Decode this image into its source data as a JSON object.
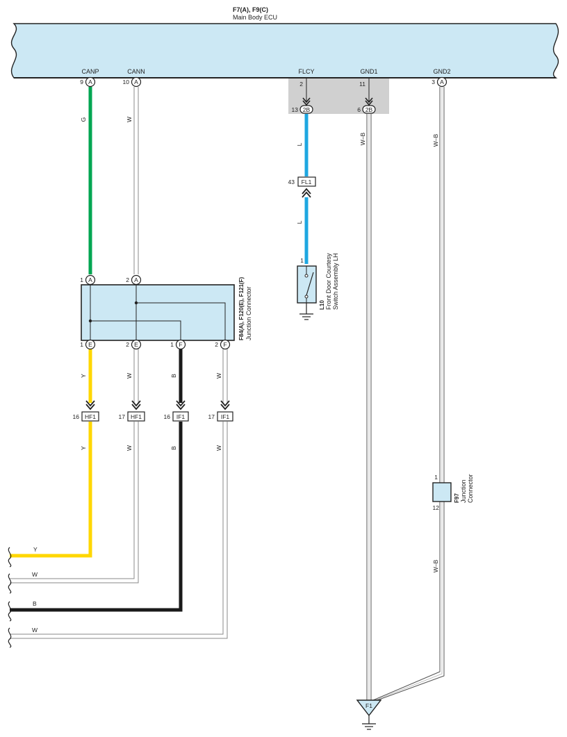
{
  "ecu": {
    "title": "F7(A), F9(C)",
    "subtitle": "Main Body ECU",
    "pins": [
      "CANP",
      "CANN",
      "FLCY",
      "GND1",
      "GND2"
    ],
    "fill_color": "#cce8f4"
  },
  "ecu_pins": {
    "canp": {
      "num": "9",
      "conn": "A"
    },
    "cann": {
      "num": "10",
      "conn": "A"
    },
    "flcy": {
      "num": "2",
      "conn": ""
    },
    "gnd1": {
      "num": "11",
      "conn": ""
    },
    "gnd2": {
      "num": "3",
      "conn": "A"
    }
  },
  "junction_block": {
    "pins": [
      {
        "num": "13",
        "conn": "2B"
      },
      {
        "num": "6",
        "conn": "2B"
      }
    ],
    "fill_color": "#d0d0d0"
  },
  "junction_connector": {
    "name": "F84(A), F120(E), F121(F)",
    "description": "Junction Connector",
    "top_pins": [
      {
        "num": "1",
        "conn": "A"
      },
      {
        "num": "2",
        "conn": "A"
      }
    ],
    "bottom_pins": [
      {
        "num": "1",
        "conn": "E"
      },
      {
        "num": "2",
        "conn": "E"
      },
      {
        "num": "1",
        "conn": "F"
      },
      {
        "num": "2",
        "conn": "F"
      }
    ]
  },
  "inline_connectors": [
    {
      "num": "16",
      "name": "HF1"
    },
    {
      "num": "17",
      "name": "HF1"
    },
    {
      "num": "16",
      "name": "IF1"
    },
    {
      "num": "17",
      "name": "IF1"
    },
    {
      "num": "43",
      "name": "FL1"
    }
  ],
  "switch": {
    "name": "L10",
    "description_lines": [
      "Front Door Courtesy",
      "Switch Assembly LH"
    ],
    "pin": "1"
  },
  "f97": {
    "name": "F97",
    "description_lines": [
      "Junction",
      "Connector"
    ],
    "pin_top": "1",
    "pin_bottom": "12"
  },
  "ground": {
    "name": "F1"
  },
  "wire_colors": {
    "G": "#00a651",
    "W": "#ffffff",
    "Y": "#ffd700",
    "B": "#1a1a1a",
    "L": "#1ea7e1",
    "W-B": "#ffffff"
  },
  "wire_labels": {
    "canp_upper": "G",
    "cann_upper": "W",
    "flcy_upper": "L",
    "flcy_lower": "L",
    "gnd1": "W–B",
    "gnd2_upper": "W–B",
    "gnd2_lower": "W–B",
    "y_mid": "Y",
    "y_low": "Y",
    "y_exit": "Y",
    "w1_mid": "W",
    "w1_low": "W",
    "w1_exit": "W",
    "b_mid": "B",
    "b_low": "B",
    "b_exit": "B",
    "w2_mid": "W",
    "w2_low": "W",
    "w2_exit": "W"
  }
}
